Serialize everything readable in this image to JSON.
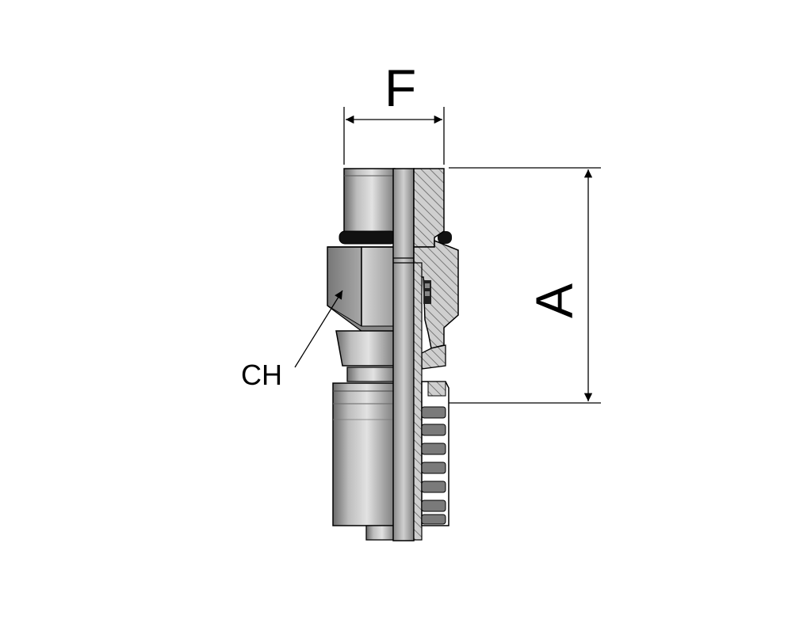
{
  "labels": {
    "f": "F",
    "a": "A",
    "ch": "CH"
  },
  "colors": {
    "steel_light": "#d6d6d6",
    "steel_mid": "#9a9a9a",
    "steel_dark": "#5a5a5a",
    "section_fill": "#c8c8c8",
    "outline": "#000000",
    "background": "#ffffff"
  }
}
